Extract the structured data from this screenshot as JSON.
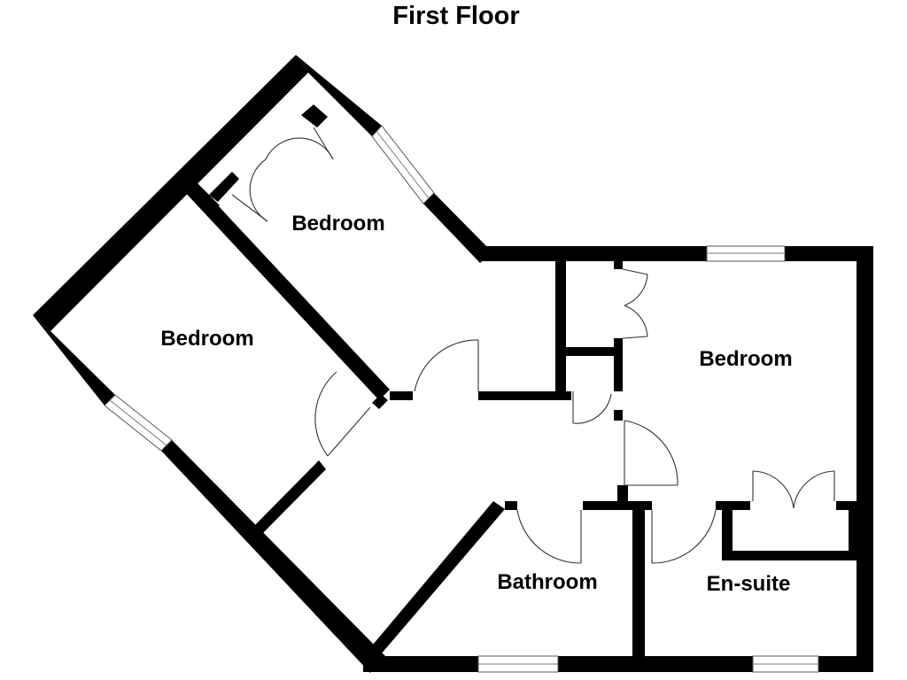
{
  "title": "First Floor",
  "rooms": {
    "bedroom_top": "Bedroom",
    "bedroom_left": "Bedroom",
    "bedroom_right": "Bedroom",
    "bathroom": "Bathroom",
    "ensuite": "En-suite"
  }
}
